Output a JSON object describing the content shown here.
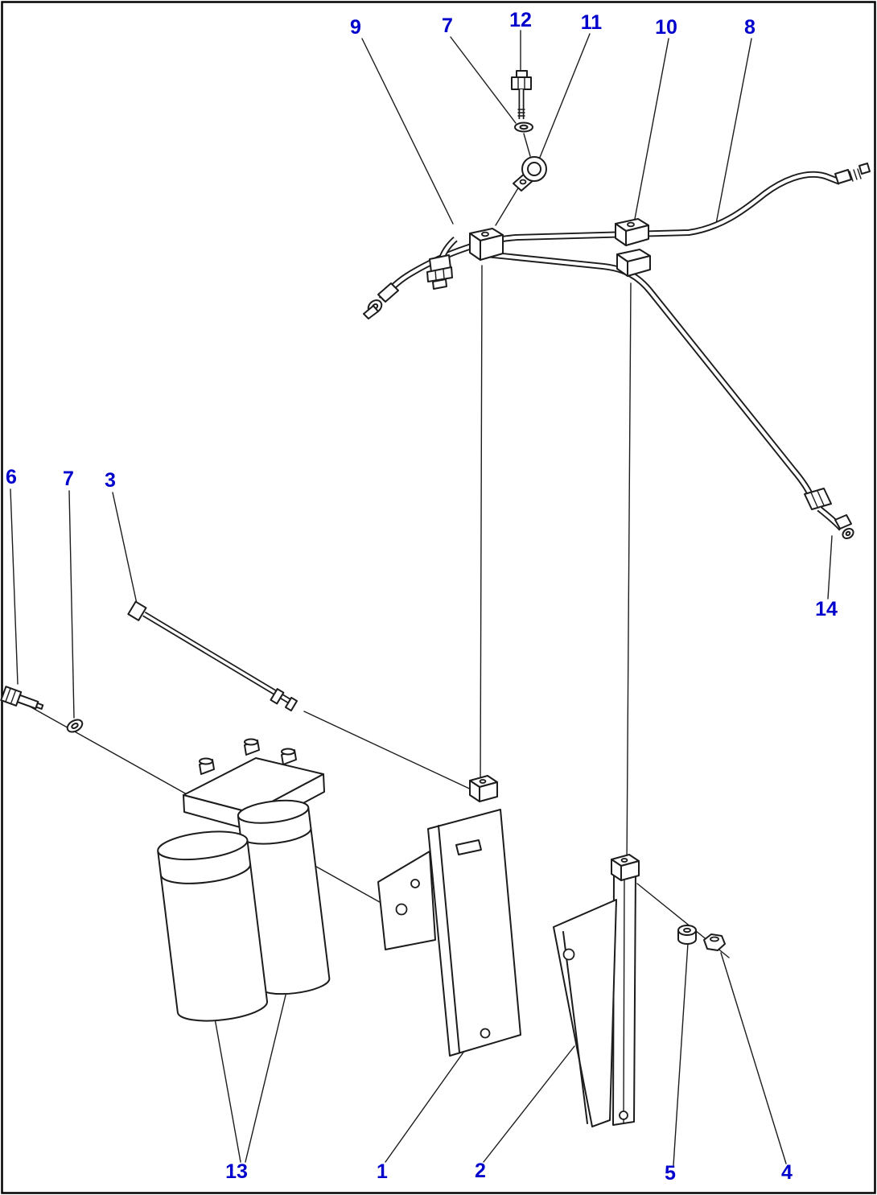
{
  "figure": {
    "type": "exploded-parts-line-art-diagram",
    "background_color": "#ffffff",
    "line_color": "#1c1c1c",
    "callout_color": "#0000cc",
    "border_color": "#000000"
  },
  "callouts": [
    {
      "id": "9",
      "label": "9"
    },
    {
      "id": "7-top",
      "label": "7"
    },
    {
      "id": "12",
      "label": "12"
    },
    {
      "id": "11",
      "label": "11"
    },
    {
      "id": "10",
      "label": "10"
    },
    {
      "id": "8",
      "label": "8"
    },
    {
      "id": "6",
      "label": "6"
    },
    {
      "id": "7-left",
      "label": "7"
    },
    {
      "id": "3",
      "label": "3"
    },
    {
      "id": "14",
      "label": "14"
    },
    {
      "id": "13",
      "label": "13"
    },
    {
      "id": "1",
      "label": "1"
    },
    {
      "id": "2",
      "label": "2"
    },
    {
      "id": "5",
      "label": "5"
    },
    {
      "id": "4",
      "label": "4"
    }
  ]
}
